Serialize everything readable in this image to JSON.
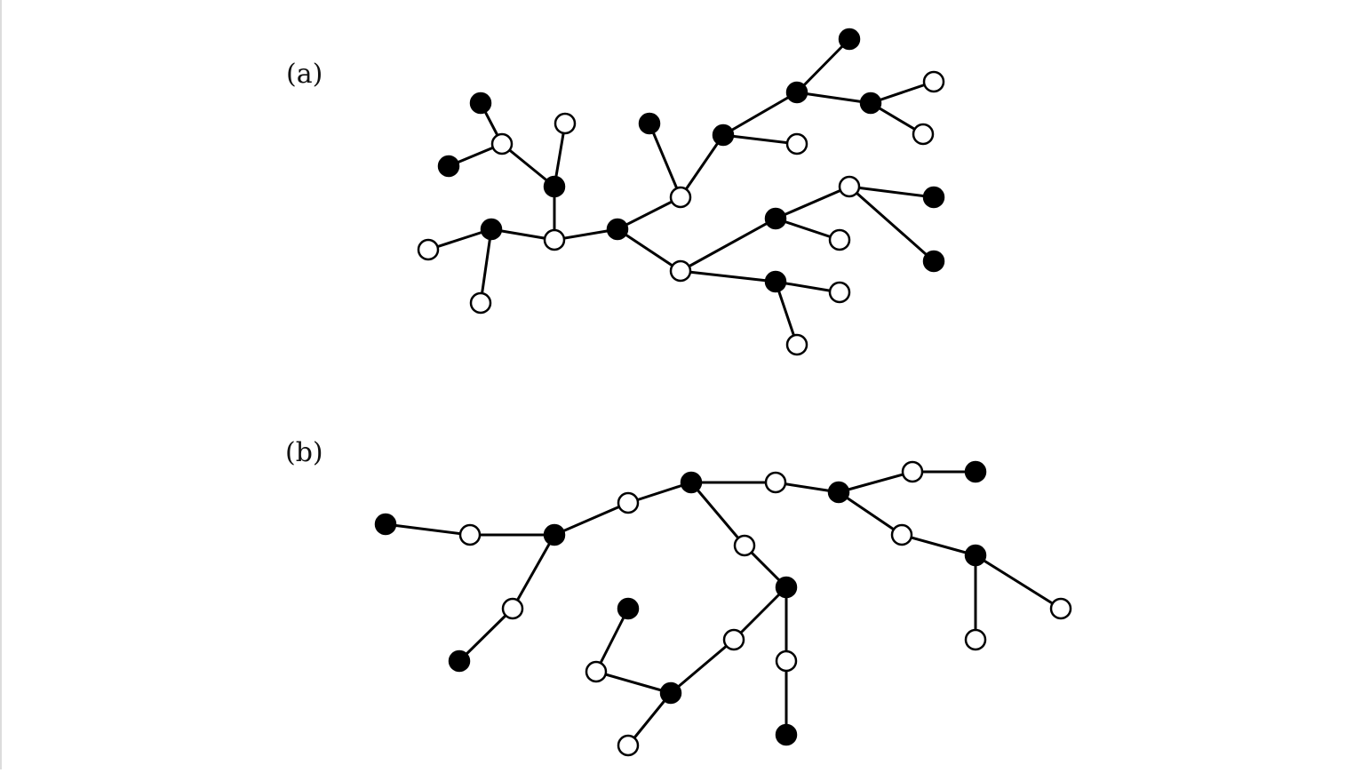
{
  "diagram": {
    "panels": [
      {
        "label": "(a)",
        "nodes": [
          {
            "id": "a1",
            "filled": true
          },
          {
            "id": "a2",
            "filled": false
          },
          {
            "id": "a3",
            "filled": true
          },
          {
            "id": "a4",
            "filled": false
          },
          {
            "id": "a5",
            "filled": true
          },
          {
            "id": "a6",
            "filled": false
          },
          {
            "id": "a7",
            "filled": true
          },
          {
            "id": "a8",
            "filled": false
          },
          {
            "id": "a9",
            "filled": false
          },
          {
            "id": "a10",
            "filled": true
          },
          {
            "id": "a11",
            "filled": false
          },
          {
            "id": "a12",
            "filled": true
          },
          {
            "id": "a13",
            "filled": false
          },
          {
            "id": "a14",
            "filled": true
          },
          {
            "id": "a15",
            "filled": false
          },
          {
            "id": "a16",
            "filled": true
          },
          {
            "id": "a17",
            "filled": false
          },
          {
            "id": "a18",
            "filled": true
          },
          {
            "id": "a19",
            "filled": false
          },
          {
            "id": "a20",
            "filled": false
          },
          {
            "id": "a21",
            "filled": false
          },
          {
            "id": "a22",
            "filled": true
          },
          {
            "id": "a23",
            "filled": false
          },
          {
            "id": "a24",
            "filled": false
          },
          {
            "id": "a25",
            "filled": true
          },
          {
            "id": "a26",
            "filled": true
          },
          {
            "id": "a27",
            "filled": true
          },
          {
            "id": "a28",
            "filled": false
          },
          {
            "id": "a29",
            "filled": false
          }
        ],
        "edges": [
          [
            "a1",
            "a2"
          ],
          [
            "a3",
            "a2"
          ],
          [
            "a2",
            "a5"
          ],
          [
            "a4",
            "a5"
          ],
          [
            "a5",
            "a9"
          ],
          [
            "a6",
            "a7"
          ],
          [
            "a7",
            "a8"
          ],
          [
            "a7",
            "a9"
          ],
          [
            "a9",
            "a10"
          ],
          [
            "a10",
            "a13"
          ],
          [
            "a11",
            "a13"
          ],
          [
            "a13",
            "a14"
          ],
          [
            "a14",
            "a15"
          ],
          [
            "a14",
            "a17"
          ],
          [
            "a15",
            "a16"
          ],
          [
            "a16",
            "a18"
          ],
          [
            "a16",
            "a19"
          ],
          [
            "a18",
            "a20"
          ],
          [
            "a18",
            "a21"
          ],
          [
            "a10",
            "a23"
          ],
          [
            "a23",
            "a22"
          ],
          [
            "a22",
            "a24"
          ],
          [
            "a22",
            "a29"
          ],
          [
            "a24",
            "a25"
          ],
          [
            "a24",
            "a26"
          ],
          [
            "a23",
            "a27"
          ],
          [
            "a27",
            "a28"
          ],
          [
            "a27",
            "a29b"
          ]
        ],
        "edges_note": ""
      },
      {
        "label": "(b)",
        "nodes": [
          {
            "id": "b1",
            "filled": true
          },
          {
            "id": "b2",
            "filled": false
          },
          {
            "id": "b3",
            "filled": true
          },
          {
            "id": "b4",
            "filled": false
          },
          {
            "id": "b5",
            "filled": true
          },
          {
            "id": "b6",
            "filled": false
          },
          {
            "id": "b7",
            "filled": true
          },
          {
            "id": "b8",
            "filled": true
          },
          {
            "id": "b9",
            "filled": false
          },
          {
            "id": "b10",
            "filled": true
          },
          {
            "id": "b11",
            "filled": false
          },
          {
            "id": "b12",
            "filled": true
          },
          {
            "id": "b13",
            "filled": false
          },
          {
            "id": "b14",
            "filled": true
          },
          {
            "id": "b15",
            "filled": false
          },
          {
            "id": "b16",
            "filled": false
          },
          {
            "id": "b17",
            "filled": true
          },
          {
            "id": "b18",
            "filled": false
          },
          {
            "id": "b19",
            "filled": true
          },
          {
            "id": "b20",
            "filled": false
          },
          {
            "id": "b21",
            "filled": true
          },
          {
            "id": "b22",
            "filled": false
          },
          {
            "id": "b23",
            "filled": false
          },
          {
            "id": "b24",
            "filled": false
          }
        ],
        "edges": []
      }
    ]
  }
}
